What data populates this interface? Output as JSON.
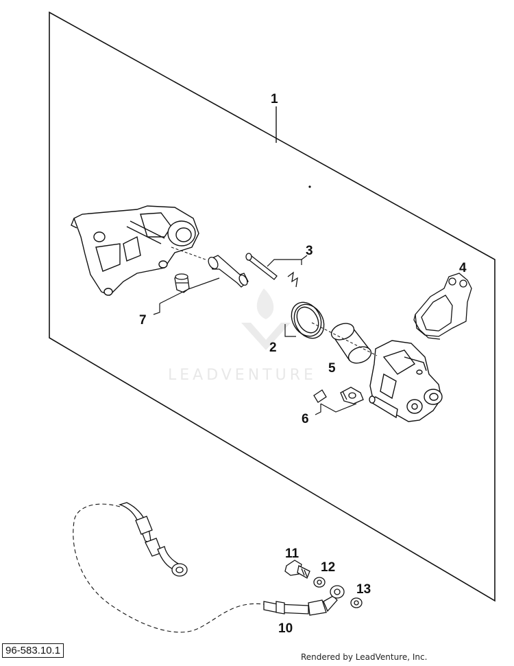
{
  "diagram": {
    "callouts": [
      {
        "id": "1",
        "label": "1"
      },
      {
        "id": "2",
        "label": "2"
      },
      {
        "id": "3",
        "label": "3"
      },
      {
        "id": "4",
        "label": "4"
      },
      {
        "id": "5",
        "label": "5"
      },
      {
        "id": "6",
        "label": "6"
      },
      {
        "id": "7",
        "label": "7"
      },
      {
        "id": "10",
        "label": "10"
      },
      {
        "id": "11",
        "label": "11"
      },
      {
        "id": "12",
        "label": "12"
      },
      {
        "id": "13",
        "label": "13"
      }
    ],
    "watermark": "LEADVENTURE",
    "reference_number": "96-583.10.1",
    "render_credit": "Rendered by LeadVenture, Inc."
  },
  "colors": {
    "line": "#111111",
    "watermark": "#e6e6e6",
    "fill_light": "#f2f2f2"
  }
}
